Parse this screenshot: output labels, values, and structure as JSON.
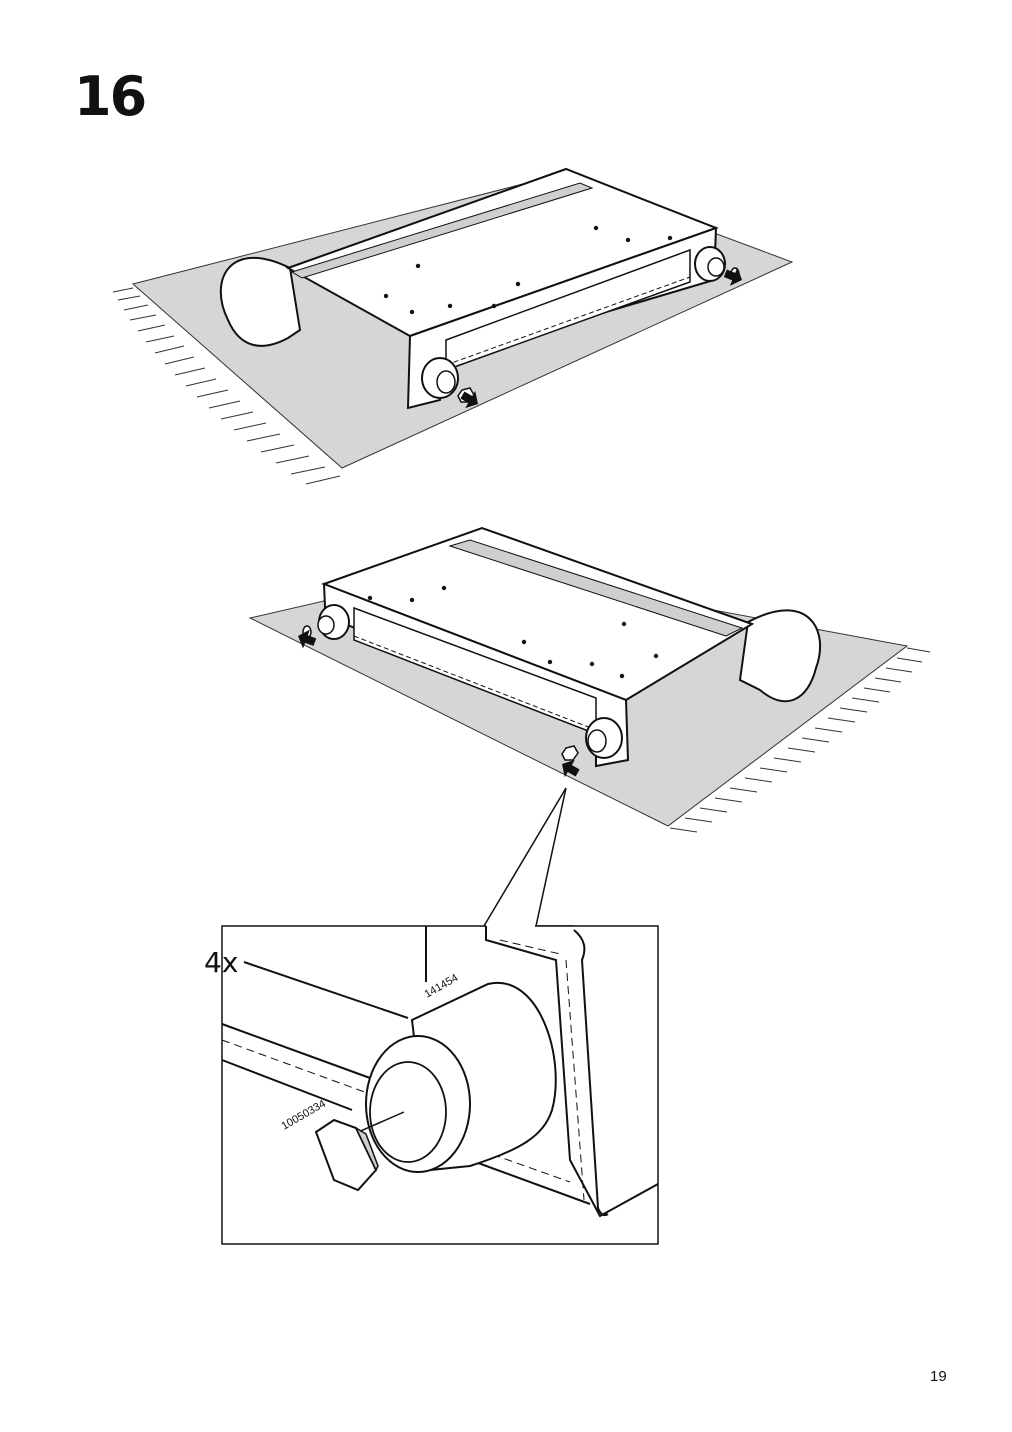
{
  "step": {
    "number": "16"
  },
  "detail": {
    "quantity": "4x",
    "part_cap": "141454",
    "part_nut": "10050334"
  },
  "footer": {
    "page_number": "19"
  },
  "icons": {
    "arrow": "push-arrow-icon"
  }
}
